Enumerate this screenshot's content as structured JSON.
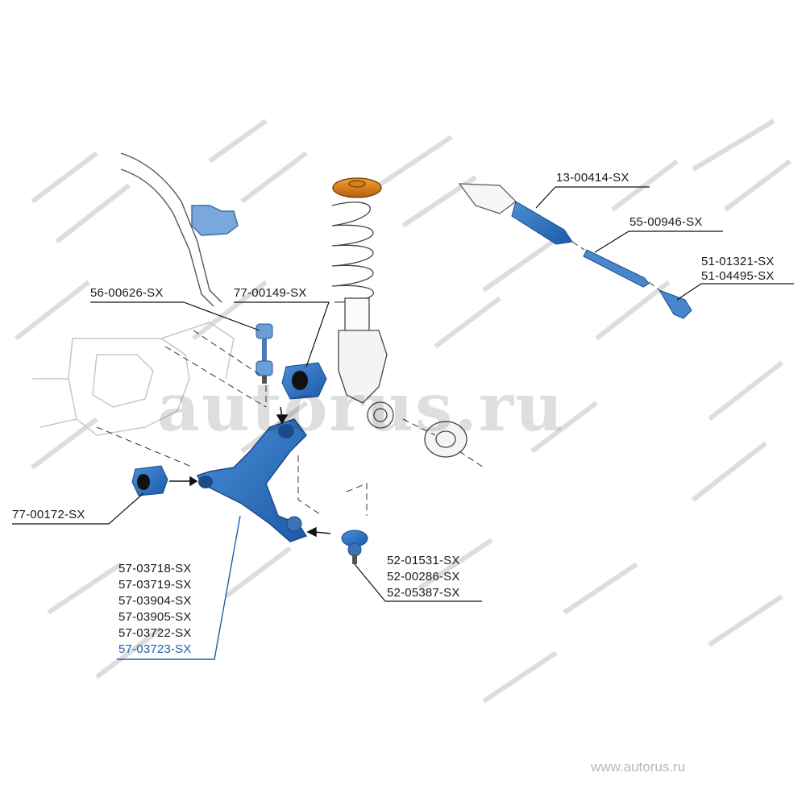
{
  "parts": {
    "steering_rack": "13-00414-SX",
    "tie_rod": "55-00946-SX",
    "tie_rod_end": [
      "51-01321-SX",
      "51-04495-SX"
    ],
    "stabilizer_link": "56-00626-SX",
    "arm_bushing_rear": "77-00149-SX",
    "arm_bushing_front": "77-00172-SX",
    "control_arm": [
      "57-03718-SX",
      "57-03719-SX",
      "57-03904-SX",
      "57-03905-SX",
      "57-03722-SX",
      "57-03723-SX"
    ],
    "ball_joint": [
      "52-01531-SX",
      "52-00286-SX",
      "52-05387-SX"
    ]
  },
  "highlight_color": "#1f5fa8",
  "watermark": "autorus.ru",
  "footer": "www.autorus.ru"
}
